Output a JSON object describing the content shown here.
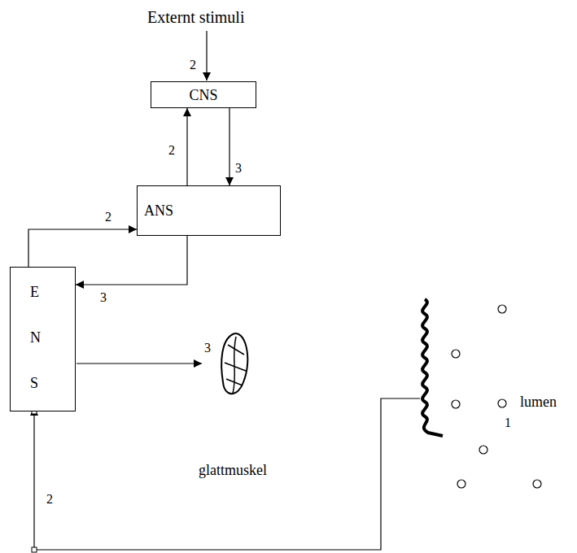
{
  "diagram": {
    "nodes": [
      {
        "text": [
          "CNS"
        ]
      },
      {
        "text": [
          "ANS"
        ]
      },
      {
        "text": [
          "E N S"
        ]
      }
    ],
    "edges": [
      {
        "from": 1,
        "to": 0,
        "arrow": "to",
        "label": "2"
      },
      {
        "from": 0,
        "to": 1,
        "arrow": "to",
        "label": "3"
      },
      {
        "from": 2,
        "to": 1,
        "arrow": "to",
        "label": "2"
      },
      {
        "from": 1,
        "to": 2,
        "arrow": "to",
        "label": "3"
      }
    ],
    "labels": [
      "Externt stimuli",
      "2",
      "3",
      "2",
      "glattmuskel",
      "lumen",
      "1"
    ]
  }
}
